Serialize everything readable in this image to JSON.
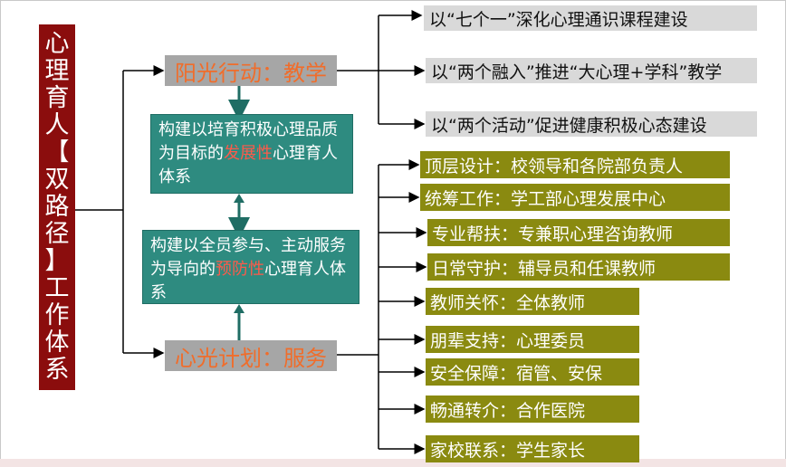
{
  "title": [
    "心",
    "理",
    "育",
    "人",
    "【",
    "双",
    "路",
    "径",
    "】",
    "工",
    "作",
    "体",
    "系"
  ],
  "branches": {
    "top": "阳光行动：教学",
    "bottom": "心光计划：服务"
  },
  "center_boxes": [
    {
      "pre": "构建以培育积极心理品质为目标的",
      "highlight": "发展性",
      "post": "心理育人体系"
    },
    {
      "pre": "构建以全员参与、主动服务为导向的",
      "highlight": "预防性",
      "post": "心理育人体系"
    }
  ],
  "teaching_items": [
    "以“七个一”深化心理通识课程建设",
    "以“两个融入”推进“大心理+学科”教学",
    "以“两个活动”促进健康积极心态建设"
  ],
  "service_items": [
    "顶层设计：校领导和各院部负责人",
    "统筹工作：学工部心理发展中心",
    "专业帮扶：专兼职心理咨询教师",
    "日常守护：辅导员和任课教师",
    "教师关怀：全体教师",
    "朋辈支持：心理委员",
    "安全保障：宿管、安保",
    "畅通转介：合作医院",
    "家校联系：学生家长"
  ],
  "colors": {
    "title_bg": "#8b0d0d",
    "branch_bg": "#a6a6a6",
    "branch_text": "#f06d2b",
    "teal": "#2e8b80",
    "highlight": "#ff5a4a",
    "olive": "#8a8a10",
    "gray_item": "#d9d9d9"
  }
}
